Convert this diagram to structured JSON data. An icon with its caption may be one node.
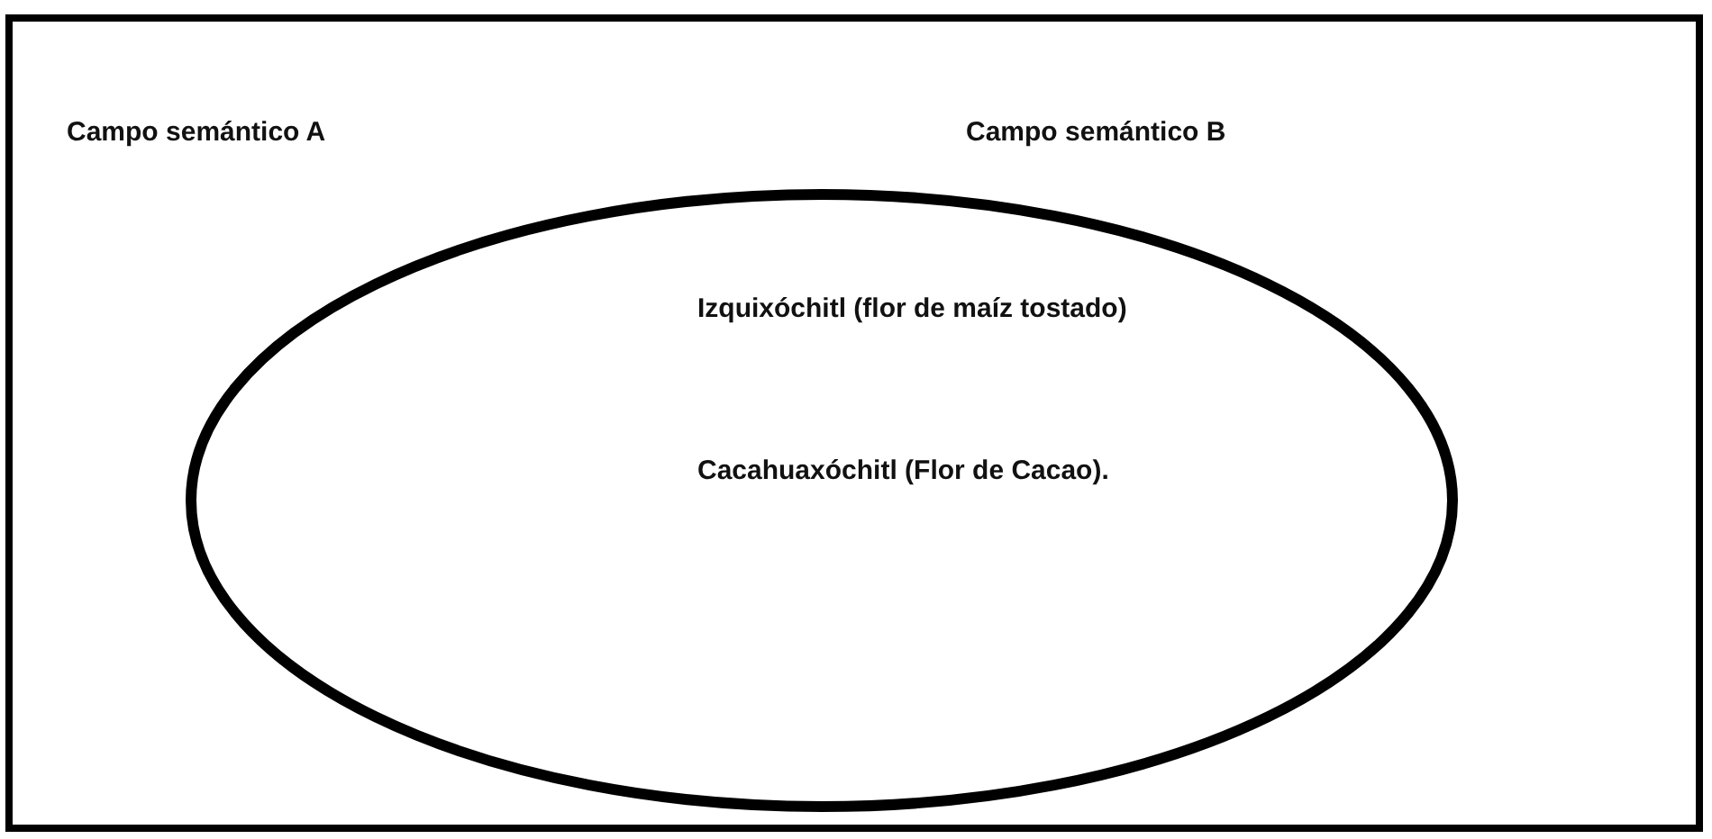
{
  "diagram": {
    "nodes": [
      {
        "text": [
          "Campo semántico A"
        ]
      },
      {
        "text": [
          "Campo semántico B",
          "Izquixóchitl (flor de maíz tostado)",
          "Cacahuaxóchitl (Flor de Cacao)."
        ],
        "in": 0
      }
    ]
  }
}
